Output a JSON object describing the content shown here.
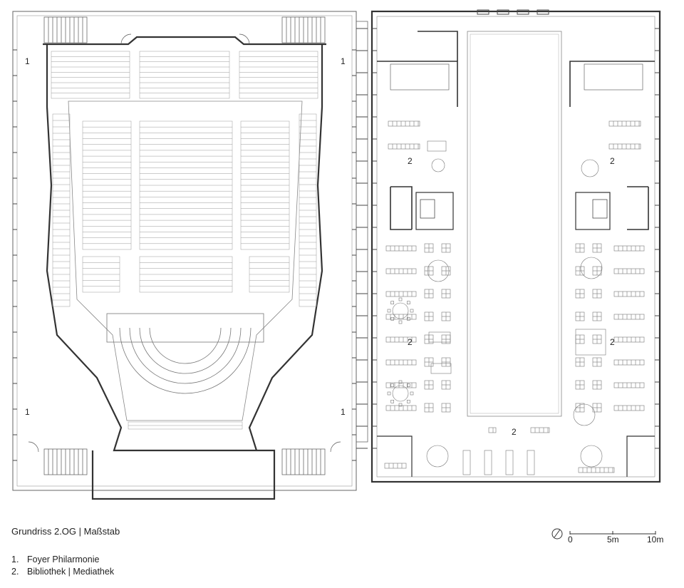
{
  "caption": "Grundriss 2.OG | Maßstab",
  "legend": [
    {
      "num": "1.",
      "text": "Foyer Philarmonie"
    },
    {
      "num": "2.",
      "text": "Bibliothek | Mediathek"
    }
  ],
  "room_labels": {
    "foyer": "1",
    "library": "2"
  },
  "scale_bar": {
    "ticks": [
      "0",
      "5m",
      "10m"
    ]
  },
  "icons": {
    "north": "north-arrow-icon"
  },
  "colors": {
    "line": "#333333",
    "light_line": "#8a8a8a",
    "background": "#ffffff"
  }
}
